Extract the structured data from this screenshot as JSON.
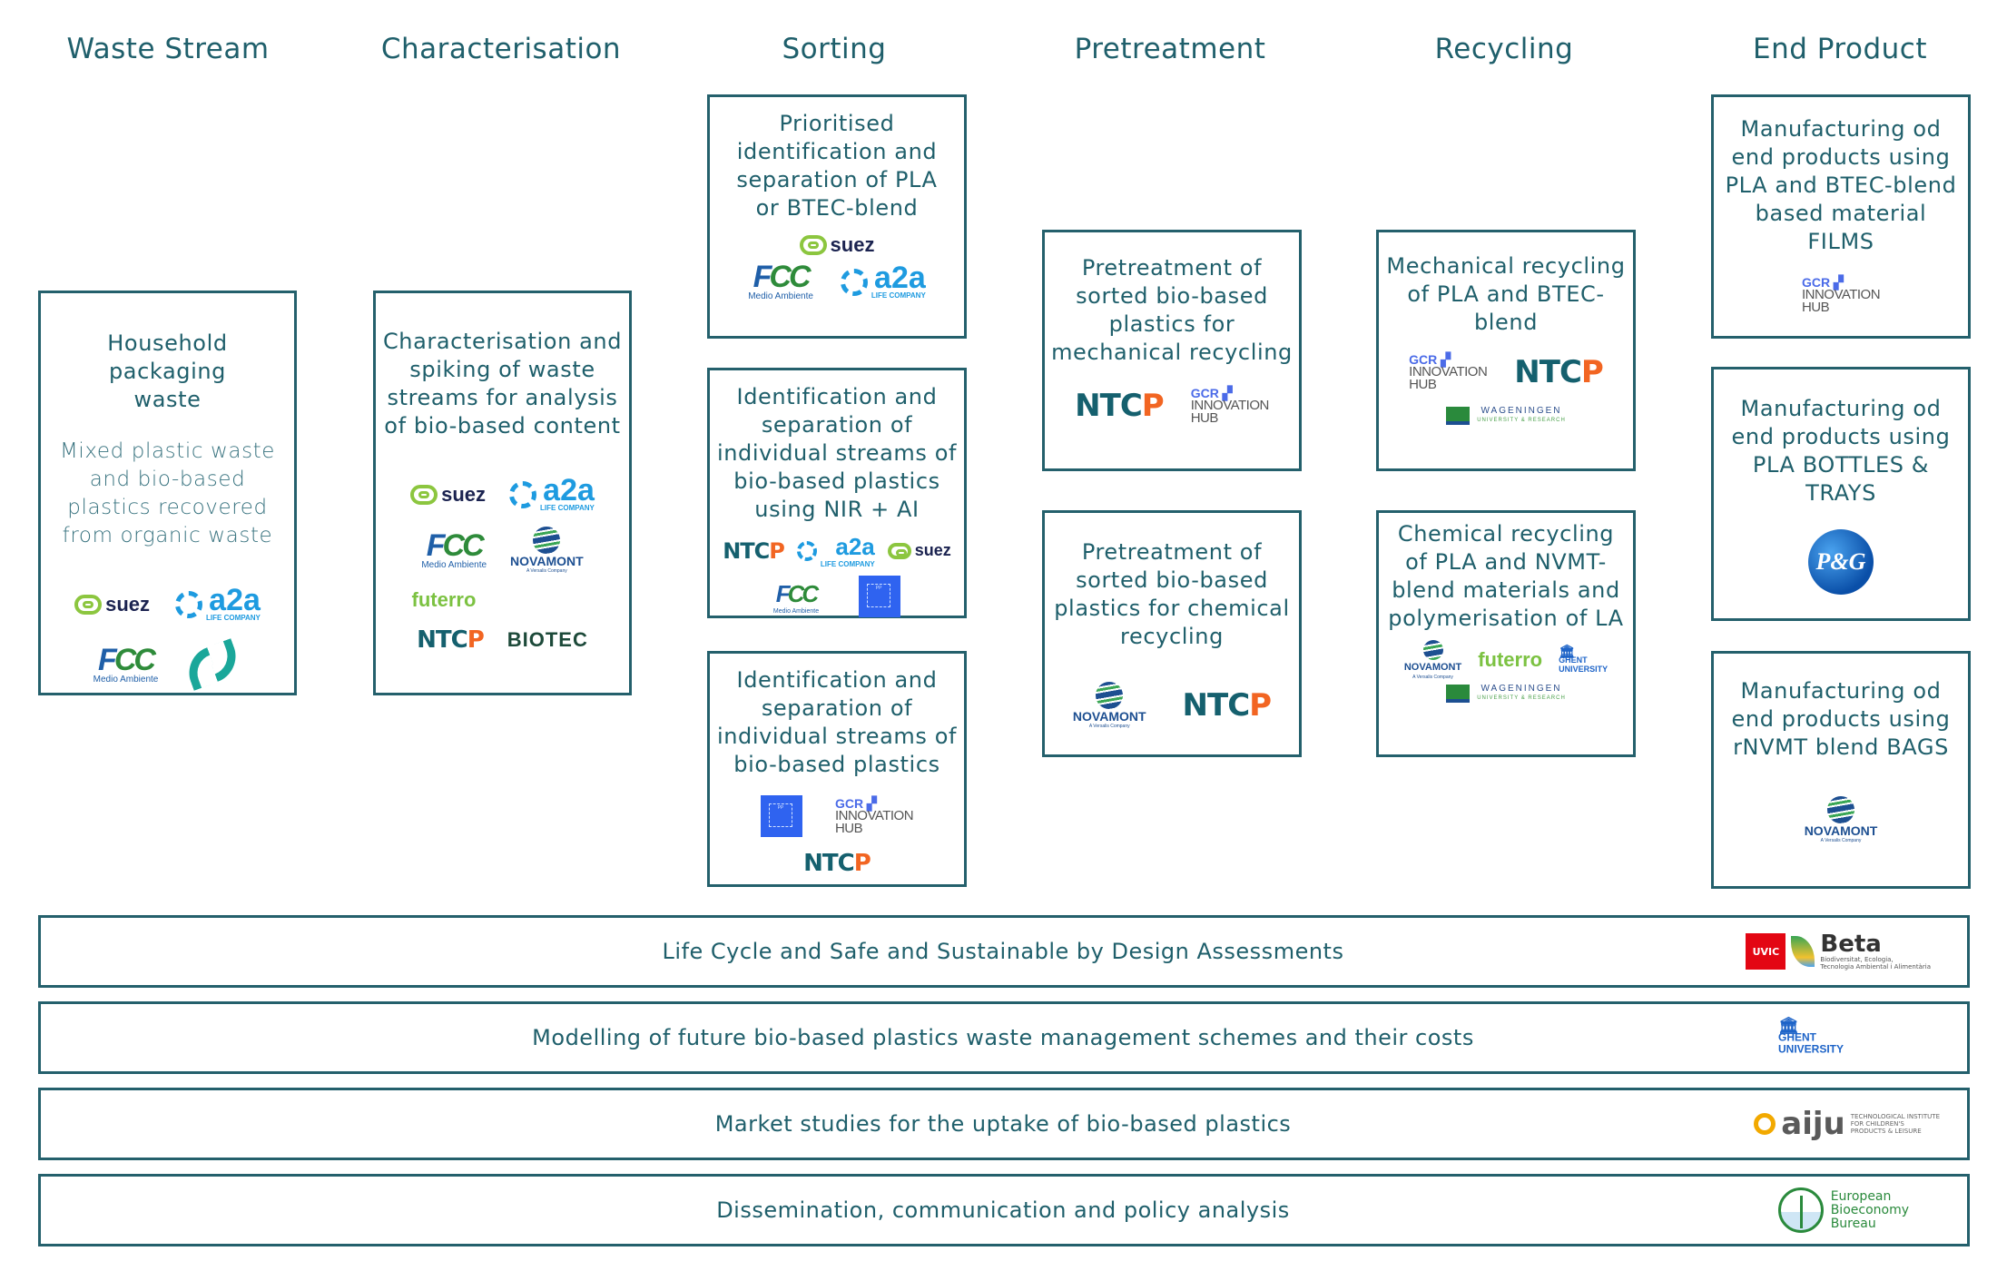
{
  "columns": [
    {
      "header": "Waste Stream"
    },
    {
      "header": "Characterisation"
    },
    {
      "header": "Sorting"
    },
    {
      "header": "Pretreatment"
    },
    {
      "header": "Recycling"
    },
    {
      "header": "End Product"
    }
  ],
  "waste_stream": {
    "title": "Household packaging waste",
    "subtitle": "Mixed plastic waste and bio-based plastics recovered from organic waste",
    "partners": [
      "suez",
      "a2a",
      "FCC Medio Ambiente",
      "green-arc-logo"
    ]
  },
  "characterisation": {
    "title": "Characterisation and spiking of waste streams for analysis of bio-based content",
    "partners": [
      "suez",
      "a2a",
      "FCC Medio Ambiente",
      "NOVAMONT",
      "futerro",
      "BIOTEC",
      "NTCP"
    ]
  },
  "sorting": [
    {
      "title": "Prioritised identification and separation of PLA or BTEC-blend",
      "partners": [
        "suez",
        "FCC Medio Ambiente",
        "a2a"
      ]
    },
    {
      "title": "Identification and separation of individual streams of bio-based plastics using NIR + AI",
      "partners": [
        "NTCP",
        "a2a",
        "suez",
        "FCC Medio Ambiente",
        "PP"
      ]
    },
    {
      "title": "Identification and separation of individual streams of bio-based plastics",
      "partners": [
        "PP",
        "GCR Innovation Hub",
        "NTCP"
      ]
    }
  ],
  "pretreatment": [
    {
      "title": "Pretreatment of sorted bio-based plastics for mechanical recycling",
      "partners": [
        "NTCP",
        "GCR Innovation Hub"
      ]
    },
    {
      "title": "Pretreatment of sorted bio-based plastics for chemical recycling",
      "partners": [
        "NOVAMONT",
        "NTCP"
      ]
    }
  ],
  "recycling": [
    {
      "title": "Mechanical recycling of PLA and BTEC-blend",
      "partners": [
        "GCR Innovation Hub",
        "NTCP",
        "Wageningen University & Research"
      ]
    },
    {
      "title": "Chemical recycling of PLA and NVMT-blend materials and polymerisation of LA",
      "partners": [
        "NOVAMONT",
        "futerro",
        "Ghent University",
        "Wageningen University & Research"
      ]
    }
  ],
  "end_product": [
    {
      "title": "Manufacturing od end products using PLA and BTEC-blend based material FILMS",
      "partners": [
        "GCR Innovation Hub"
      ]
    },
    {
      "title": "Manufacturing od end products using PLA BOTTLES & TRAYS",
      "partners": [
        "P&G"
      ]
    },
    {
      "title": "Manufacturing od end products using rNVMT blend BAGS",
      "partners": [
        "NOVAMONT"
      ]
    }
  ],
  "logo_text": {
    "suez": "suez",
    "a2a": "a2a",
    "a2a_tag": "LIFE COMPANY",
    "fcc_a": "F",
    "fcc_b": "CC",
    "fcc_tag": "Medio Ambiente",
    "ntcp_a": "NTC",
    "ntcp_b": "P",
    "novamont": "NOVAMONT",
    "novamont_tag": "A Versalis Company",
    "futerro": "futerro",
    "biotec": "BIOTEC",
    "gcr": "GCR",
    "gcr_mark": "▞",
    "gcr_line1": "INNOVATION",
    "gcr_line2": "HUB",
    "wur": "WAGENINGEN",
    "wur_tag": "UNIVERSITY & RESEARCH",
    "ghent_1": "GHENT",
    "ghent_2": "UNIVERSITY",
    "ghent_icon": "🏛",
    "pg": "P&G",
    "uvic": "UVIC",
    "beta": "Beta",
    "beta_tag1": "Biodiversitat, Ecologia,",
    "beta_tag2": "Tecnologia Ambiental i Alimentària",
    "aiju": "aiju",
    "aiju_t1": "TECHNOLOGICAL INSTITUTE",
    "aiju_t2": "FOR CHILDREN'S",
    "aiju_t3": "PRODUCTS & LEISURE",
    "eeb_1": "European",
    "eeb_2": "Bioeconomy",
    "eeb_3": "Bureau"
  },
  "cross_cutting": [
    {
      "label": "Life Cycle and Safe and Sustainable by Design Assessments",
      "partner": "UVIC Beta"
    },
    {
      "label": "Modelling of future bio-based plastics waste management schemes and their costs",
      "partner": "Ghent University"
    },
    {
      "label": "Market studies for the uptake of bio-based plastics",
      "partner": "aiju"
    },
    {
      "label": "Dissemination, communication and policy analysis",
      "partner": "European Bioeconomy Bureau"
    }
  ],
  "colors": {
    "primary": "#1f5f6b",
    "border": "#24606c"
  }
}
